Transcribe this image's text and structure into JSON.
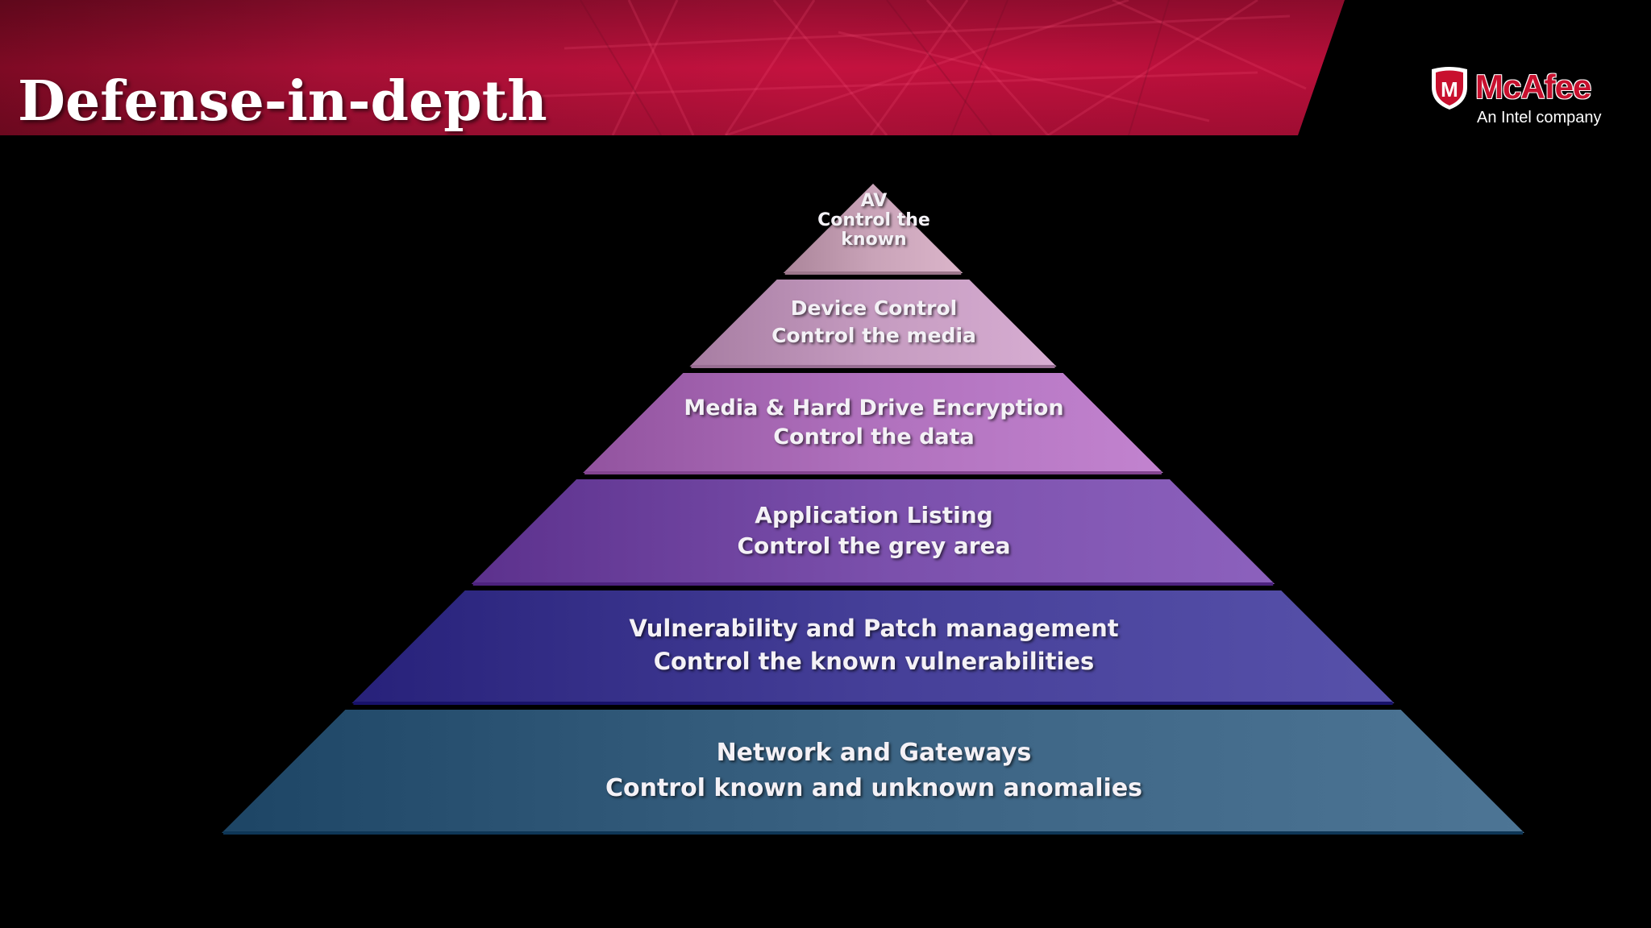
{
  "slide": {
    "title": "Defense-in-depth"
  },
  "logo": {
    "name": "McAfee",
    "tagline": "An Intel company",
    "shield_letter": "M",
    "icon": "mcafee-shield-icon"
  },
  "colors": {
    "background": "#000000",
    "banner": "#b5103a",
    "brand_red": "#c8102e"
  },
  "pyramid": {
    "tiers": [
      {
        "name": "AV",
        "description": "Control the known",
        "description_lines": [
          "Control the",
          "known"
        ],
        "color": "#c9a3b8"
      },
      {
        "name": "Device Control",
        "description": "Control the media",
        "color": "#c59bc0"
      },
      {
        "name": "Media & Hard Drive Encryption",
        "description": "Control the data",
        "color": "#b071bd"
      },
      {
        "name": "Application Listing",
        "description": "Control the grey area",
        "color": "#7a4fab"
      },
      {
        "name": "Vulnerability and Patch management",
        "description": "Control the known vulnerabilities",
        "color": "#453f98"
      },
      {
        "name": "Network and Gateways",
        "description": "Control known and unknown anomalies",
        "color": "#3b6383"
      }
    ]
  }
}
